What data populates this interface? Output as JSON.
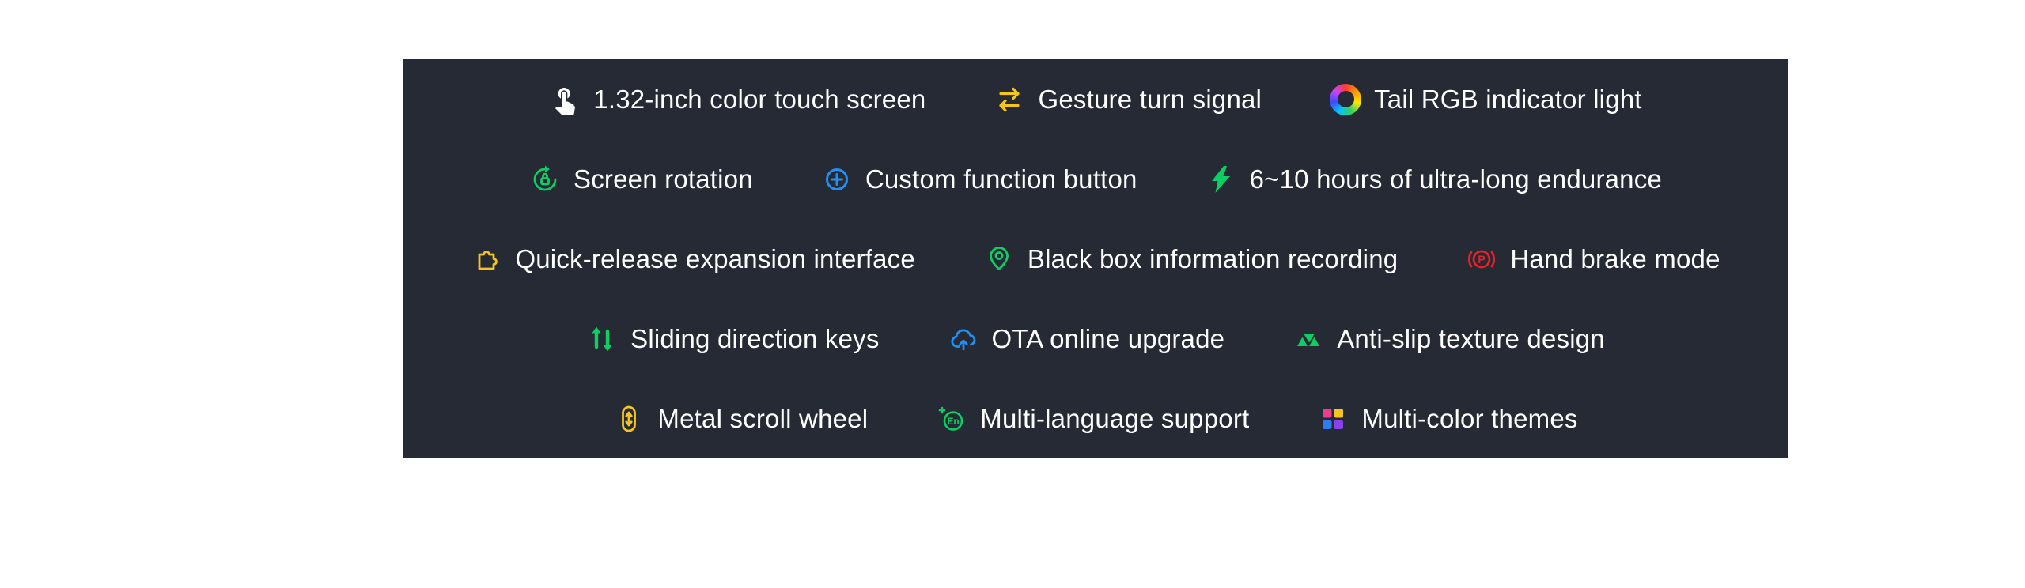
{
  "panel": {
    "background": "#252a34"
  },
  "colors": {
    "text": "#ffffff",
    "yellow": "#f5c51b",
    "green": "#0bcf63",
    "blue": "#2090f5",
    "red": "#e62129",
    "white": "#ffffff",
    "theme_tl": "#ee3d8f",
    "theme_tr": "#f5c51b",
    "theme_bl": "#2d7df5",
    "theme_br": "#8a3ff0"
  },
  "features": {
    "rows": [
      {
        "items": [
          {
            "label": "1.32-inch color touch screen",
            "icon": "touch-screen-icon",
            "color": "white"
          },
          {
            "label": "Gesture turn signal",
            "icon": "gesture-arrows-icon",
            "color": "yellow"
          },
          {
            "label": "Tail RGB indicator light",
            "icon": "rgb-ring-icon",
            "color": "rgb"
          }
        ]
      },
      {
        "items": [
          {
            "label": "Screen rotation",
            "icon": "screen-rotation-icon",
            "color": "green"
          },
          {
            "label": "Custom function button",
            "icon": "plus-circle-icon",
            "color": "blue"
          },
          {
            "label": "6~10 hours of ultra-long endurance",
            "icon": "lightning-icon",
            "color": "green"
          }
        ]
      },
      {
        "items": [
          {
            "label": "Quick-release expansion interface",
            "icon": "puzzle-icon",
            "color": "yellow"
          },
          {
            "label": "Black box information recording",
            "icon": "location-pin-icon",
            "color": "green"
          },
          {
            "label": "Hand brake mode",
            "icon": "parking-brake-icon",
            "color": "red"
          }
        ]
      },
      {
        "items": [
          {
            "label": "Sliding direction keys",
            "icon": "up-down-arrows-icon",
            "color": "green"
          },
          {
            "label": "OTA online upgrade",
            "icon": "cloud-upload-icon",
            "color": "blue"
          },
          {
            "label": "Anti-slip texture design",
            "icon": "triangles-texture-icon",
            "color": "green"
          }
        ]
      },
      {
        "items": [
          {
            "label": "Metal scroll wheel",
            "icon": "scroll-wheel-icon",
            "color": "yellow"
          },
          {
            "label": "Multi-language support",
            "icon": "language-globe-icon",
            "color": "green"
          },
          {
            "label": "Multi-color themes",
            "icon": "color-themes-icon",
            "color": "multi"
          }
        ]
      }
    ]
  }
}
